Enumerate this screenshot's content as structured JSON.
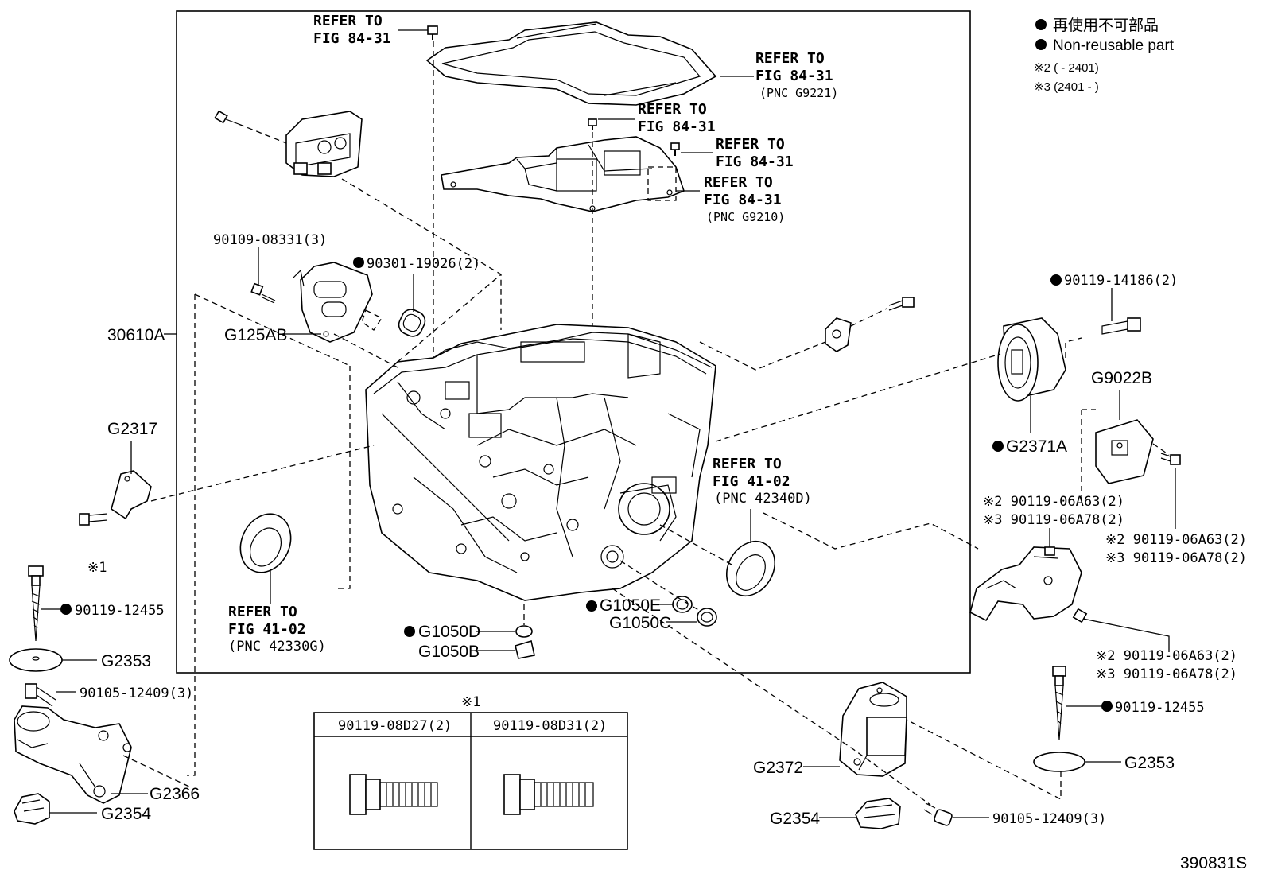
{
  "legend": {
    "jp": "再使用不可部品",
    "en": "Non-reusable part",
    "note2": "※2 (      - 2401)",
    "note3": "※3 (2401 -      )"
  },
  "refs": {
    "r1a": "REFER TO",
    "r1b": "FIG 84-31",
    "r2a": "REFER TO",
    "r2b": "FIG 84-31",
    "r2c": "(PNC G9221)",
    "r3a": "REFER TO",
    "r3b": "FIG 84-31",
    "r4a": "REFER TO",
    "r4b": "FIG 84-31",
    "r5a": "REFER TO",
    "r5b": "FIG 84-31",
    "r5c": "(PNC G9210)",
    "r6a": "REFER TO",
    "r6b": "FIG 41-02",
    "r6c": "(PNC 42340D)",
    "r7a": "REFER TO",
    "r7b": "FIG 41-02",
    "r7c": "(PNC 42330G)"
  },
  "parts": {
    "p90109": "90109-08331(3)",
    "p90301": "90301-19026(2)",
    "p30610A": "30610A",
    "pG125AB": "G125AB",
    "pG2317": "G2317",
    "pNote1": "※1",
    "p90119_12455_l": "90119-12455",
    "pG2353_l": "G2353",
    "p90105_l": "90105-12409(3)",
    "pG2366": "G2366",
    "pG2354_l": "G2354",
    "pG1050D": "G1050D",
    "pG1050B": "G1050B",
    "pG1050E": "G1050E",
    "pG1050C": "G1050C",
    "p90119_14186": "90119-14186(2)",
    "pG9022B": "G9022B",
    "pG2371A": "G2371A",
    "pA63_1": "※2 90119-06A63(2)",
    "pA78_1": "※3 90119-06A78(2)",
    "pA63_2": "※2 90119-06A63(2)",
    "pA78_2": "※3 90119-06A78(2)",
    "pA63_3": "※2 90119-06A63(2)",
    "pA78_3": "※3 90119-06A78(2)",
    "p90119_12455_r": "90119-12455",
    "pG2353_r": "G2353",
    "pG2372": "G2372",
    "pG2354_r": "G2354",
    "p90105_r": "90105-12409(3)"
  },
  "table": {
    "mark": "※1",
    "col1": "90119-08D27(2)",
    "col2": "90119-08D31(2)"
  },
  "figure_code": "390831S"
}
